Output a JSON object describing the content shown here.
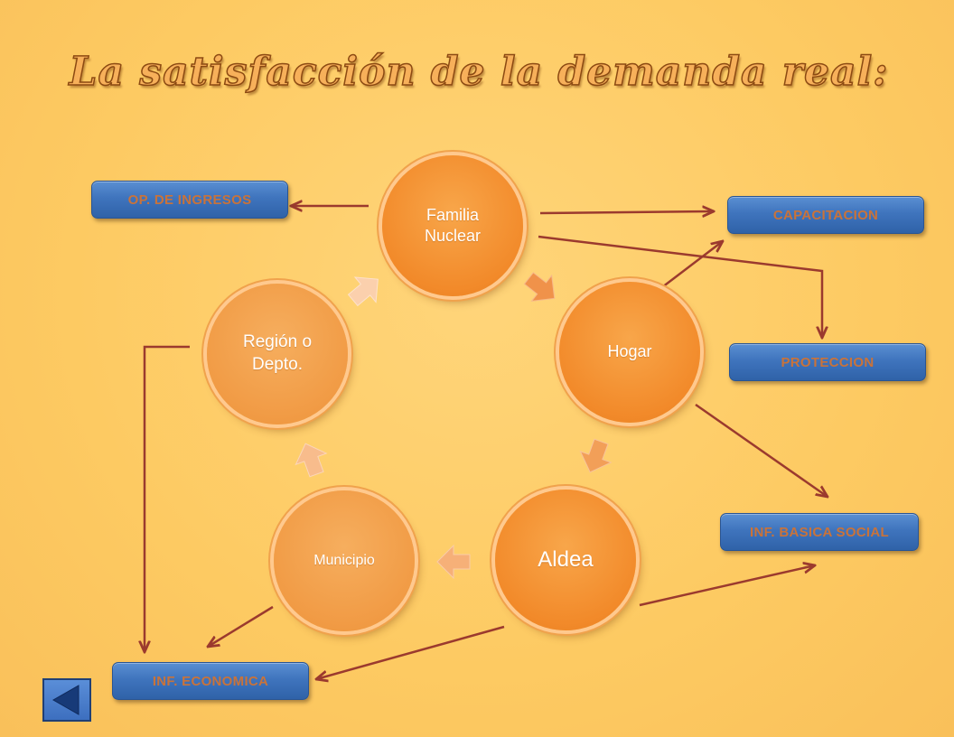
{
  "title": "La satisfacción de la demanda real:",
  "cycle": [
    {
      "id": "familia",
      "label": "Familia Nuclear"
    },
    {
      "id": "hogar",
      "label": "Hogar"
    },
    {
      "id": "aldea",
      "label": "Aldea"
    },
    {
      "id": "municipio",
      "label": "Municipio"
    },
    {
      "id": "region",
      "label": "Región o Depto."
    }
  ],
  "outcomes": {
    "ingresos": "OP. DE INGRESOS",
    "capacitacion": "CAPACITACION",
    "proteccion": "PROTECCION",
    "basica_social": "INF. BASICA SOCIAL",
    "economica": "INF. ECONOMICA"
  },
  "icons": {
    "back": "back-arrow-icon"
  },
  "colors": {
    "background": "#fdcb67",
    "circle": "#f28a2a",
    "tag": "#3f74bd",
    "tag_text": "#c9733a",
    "connector": "#9b3a2e"
  }
}
